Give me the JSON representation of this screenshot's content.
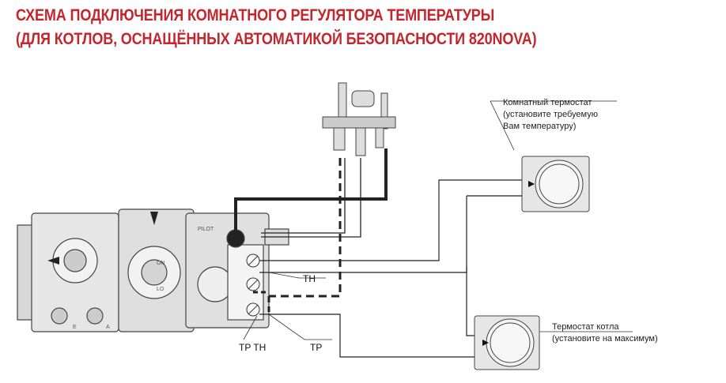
{
  "title": {
    "line1": "СХЕМА ПОДКЛЮЧЕНИЯ КОМНАТНОГО РЕГУЛЯТОРА ТЕМПЕРАТУРЫ",
    "line2": "(ДЛЯ КОТЛОВ, ОСНАЩЁННЫХ АВТОМАТИКОЙ БЕЗОПАСНОСТИ 820NOVA)"
  },
  "room_thermostat": {
    "line1": "Комнатный термостат",
    "line2": "(установите требуемую",
    "line3": "Вам температуру)"
  },
  "boiler_thermostat": {
    "line1": "Термостат котла",
    "line2": "(установите на максимум)"
  },
  "terminals": {
    "th": "TH",
    "tp_th": "TP TH",
    "tp": "TP"
  },
  "valve_marks": {
    "pilot": "PILOT",
    "e": "E",
    "a": "A",
    "on": "ON",
    "lo": "LO"
  },
  "colors": {
    "title": "#c4262e",
    "line": "#333333"
  }
}
